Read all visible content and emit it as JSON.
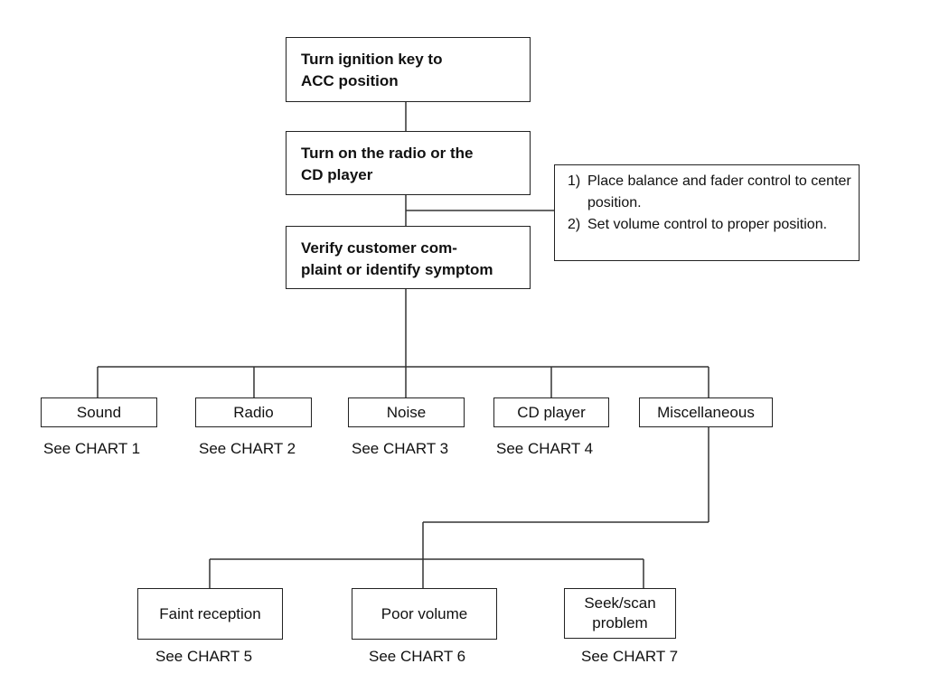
{
  "steps": [
    {
      "lines": [
        "Turn ignition key to",
        "ACC position"
      ]
    },
    {
      "lines": [
        "Turn on the radio or the",
        "CD player"
      ]
    },
    {
      "lines": [
        "Verify customer com-",
        "plaint  or identify symptom"
      ]
    }
  ],
  "note": {
    "items": [
      {
        "num": "1)",
        "text": "Place balance and fader control to center position."
      },
      {
        "num": "2)",
        "text": "Set volume control to proper position."
      }
    ]
  },
  "categories": [
    {
      "label": "Sound",
      "ref": "See CHART 1"
    },
    {
      "label": "Radio",
      "ref": "See CHART 2"
    },
    {
      "label": "Noise",
      "ref": "See CHART 3"
    },
    {
      "label": "CD player",
      "ref": "See CHART 4"
    },
    {
      "label": "Miscellaneous",
      "ref": ""
    }
  ],
  "subcategories": [
    {
      "label": "Faint reception",
      "ref": "See CHART 5"
    },
    {
      "label": "Poor volume",
      "ref": "See CHART 6"
    },
    {
      "label": "Seek/scan problem",
      "ref": "See CHART 7"
    }
  ]
}
